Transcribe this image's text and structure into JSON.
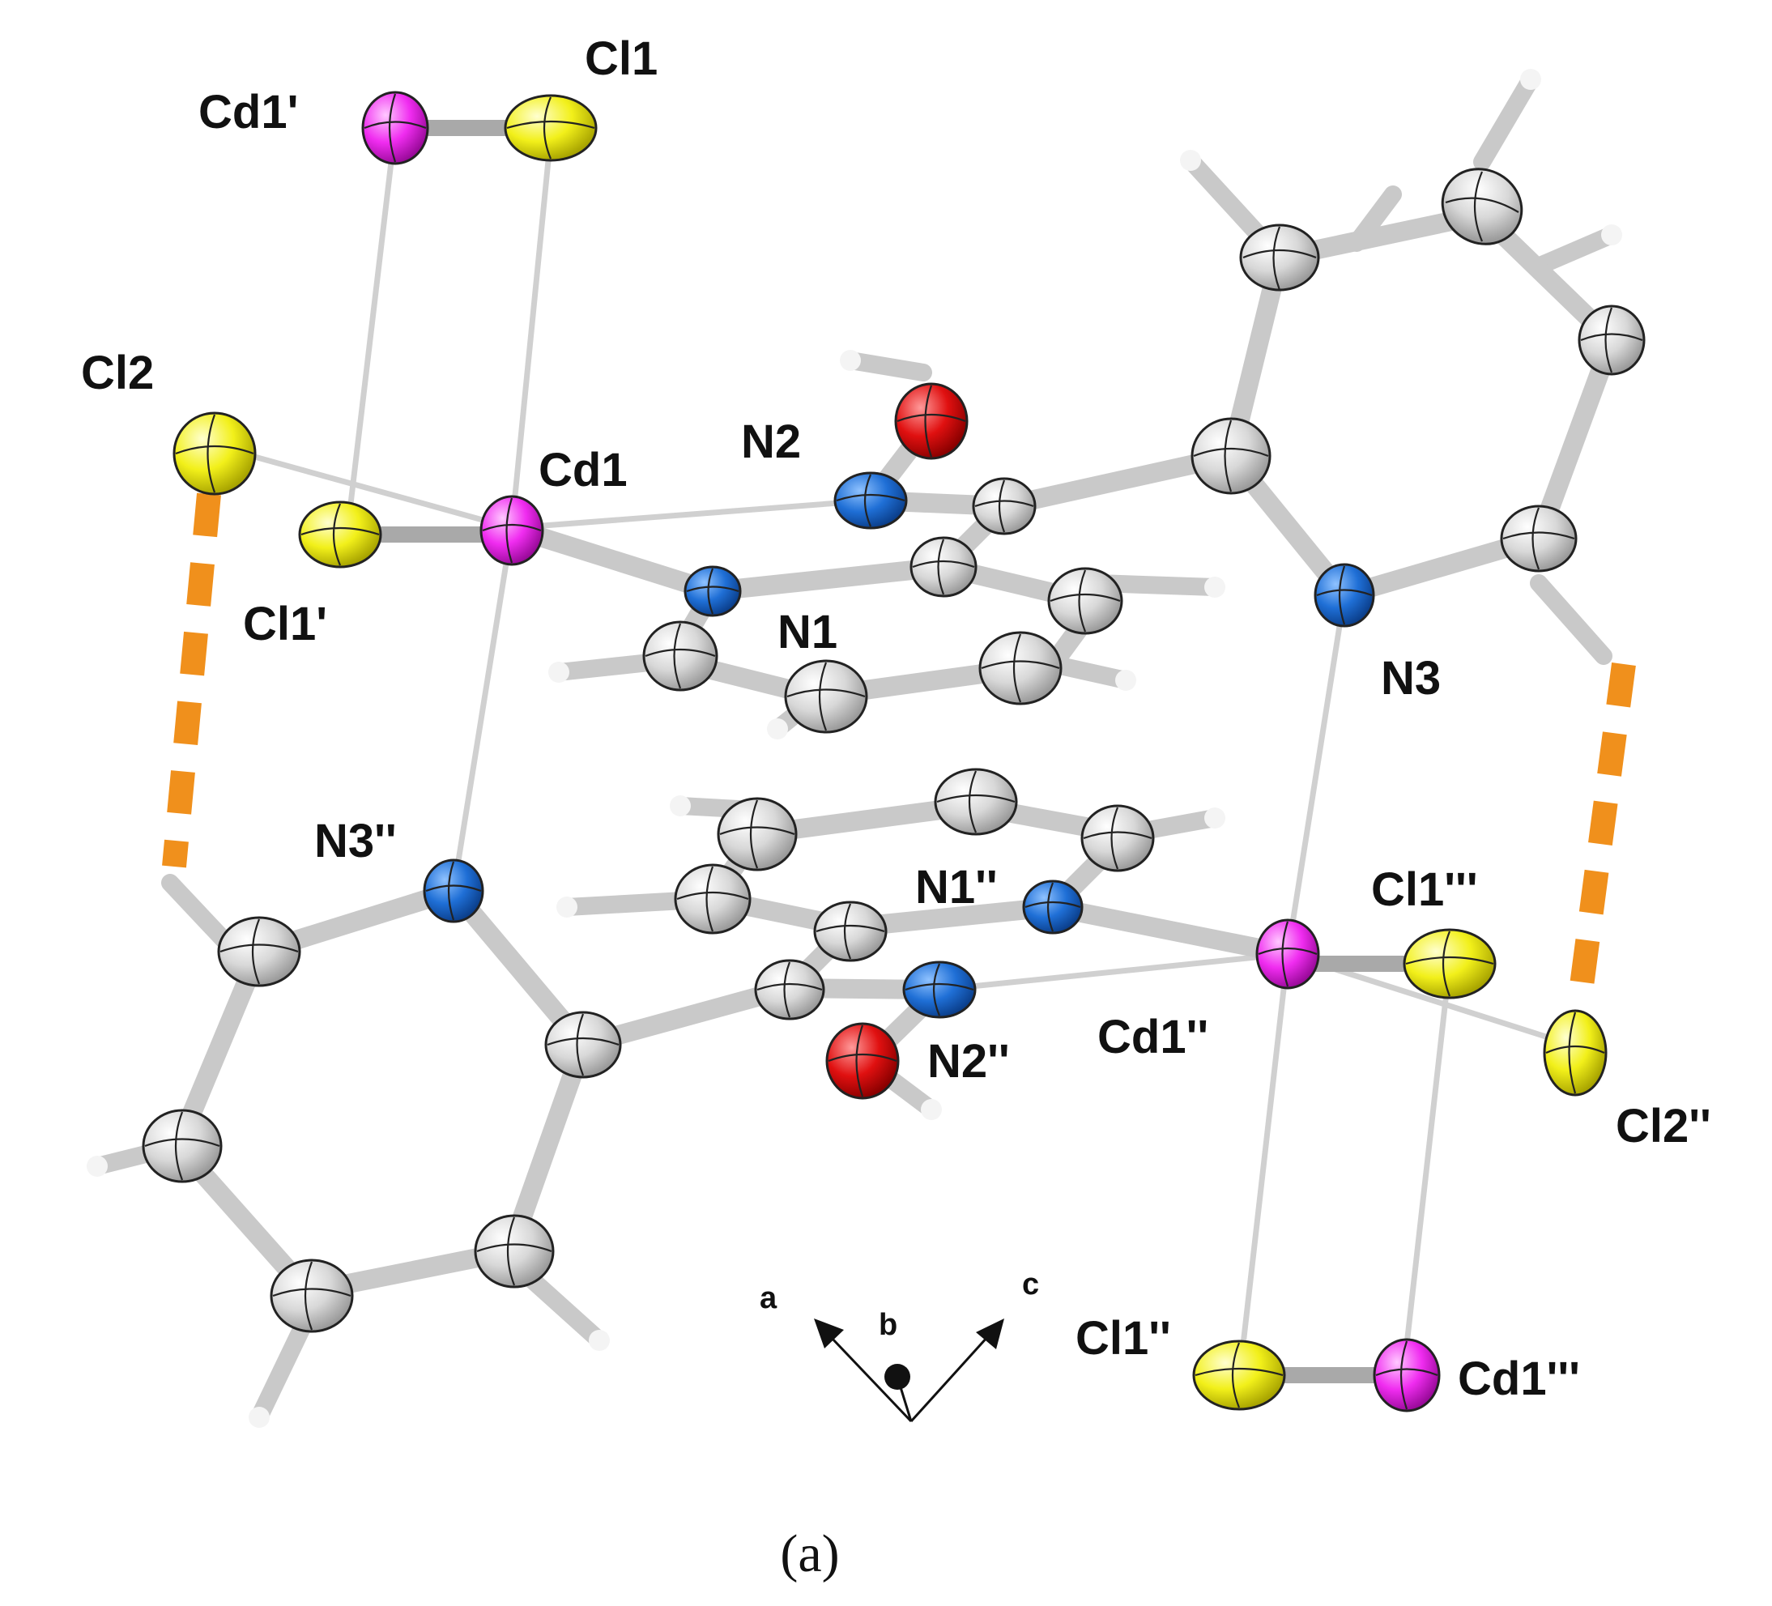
{
  "labels": {
    "cd1p": "Cd1'",
    "cl1": "Cl1",
    "cl2": "Cl2",
    "cd1": "Cd1",
    "n2": "N2",
    "cl1p": "Cl1'",
    "n1": "N1",
    "n3": "N3",
    "n3pp": "N3''",
    "n1pp": "N1''",
    "cl1ppp": "Cl1'''",
    "cd1pp": "Cd1''",
    "n2pp": "N2''",
    "cl2pp": "Cl2''",
    "cl1pp": "Cl1''",
    "cd1ppp": "Cd1'''"
  },
  "axes": {
    "a": "a",
    "b": "b",
    "c": "c"
  },
  "caption": "(a)",
  "colors": {
    "carbon": "#dcdcdc",
    "nitrogen": "#1f6fd6",
    "oxygen": "#e01010",
    "chlorine": "#f2f01a",
    "cadmium": "#f02cf0",
    "hydrogen_bond": "#f0901c",
    "bond": "#c9c9c9"
  }
}
